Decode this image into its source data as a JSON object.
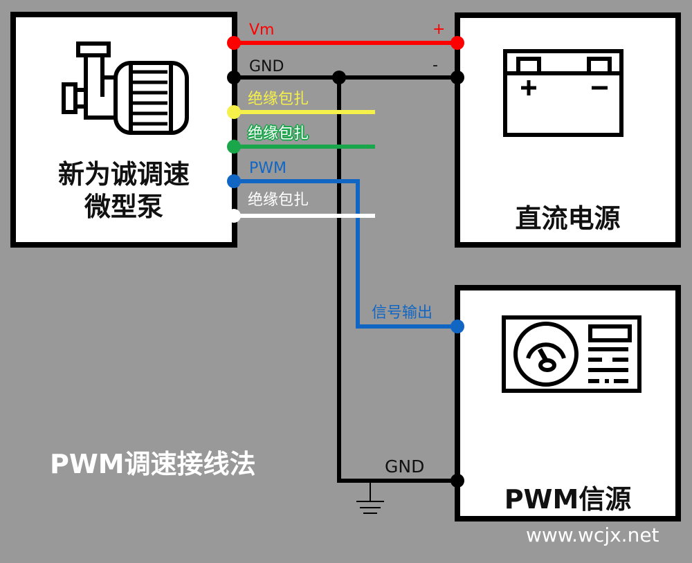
{
  "title": "PWM调速接线法",
  "watermark": "www.wcjx.net",
  "pump": {
    "label_line1": "新为诚调速",
    "label_line2": "微型泵",
    "icon": "pump-motor-icon"
  },
  "power_supply": {
    "label": "直流电源",
    "icon": "battery-icon",
    "plus_label": "+",
    "minus_label": "-"
  },
  "pwm_source": {
    "label": "PWM信源",
    "icon": "signal-generator-icon",
    "signal_label": "信号输出",
    "gnd_label": "GND"
  },
  "wires": [
    {
      "name": "Vm",
      "label": "Vm",
      "color": "#ff0000",
      "label_color": "#ff0000"
    },
    {
      "name": "GND",
      "label": "GND",
      "color": "#000000",
      "label_color": "#111111"
    },
    {
      "name": "yellow",
      "label": "绝缘包扎",
      "color": "#f5f04a",
      "label_color": "#f5f04a"
    },
    {
      "name": "green",
      "label": "绝缘包扎",
      "color": "#1aa64a",
      "label_color": "#ffffff"
    },
    {
      "name": "PWM",
      "label": "PWM",
      "color": "#1166c4",
      "label_color": "#1166c4"
    },
    {
      "name": "white",
      "label": "绝缘包扎",
      "color": "#ffffff",
      "label_color": "#ffffff"
    }
  ]
}
